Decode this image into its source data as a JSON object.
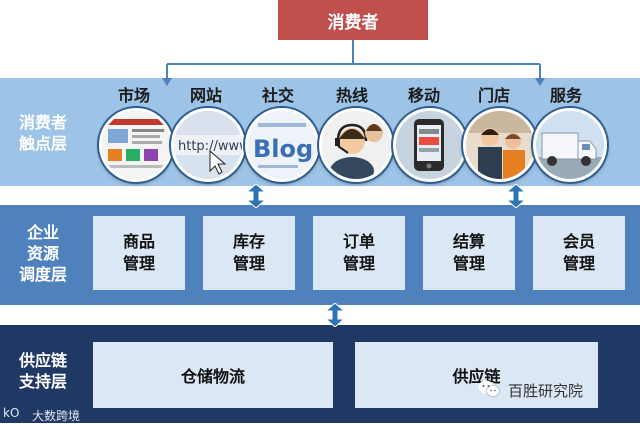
{
  "consumer": "消费者",
  "layers": {
    "touchpoint": [
      "消费者",
      "触点层"
    ],
    "resource": [
      "企业",
      "资源",
      "调度层"
    ],
    "supply": [
      "供应链",
      "支持层"
    ]
  },
  "touchpoints": [
    {
      "label": "市场",
      "icon": "market-webpage-icon"
    },
    {
      "label": "网站",
      "icon": "website-http-icon"
    },
    {
      "label": "社交",
      "icon": "social-blog-icon"
    },
    {
      "label": "热线",
      "icon": "hotline-headset-icon"
    },
    {
      "label": "移动",
      "icon": "mobile-phone-icon"
    },
    {
      "label": "门店",
      "icon": "store-clerk-icon"
    },
    {
      "label": "服务",
      "icon": "service-truck-icon"
    }
  ],
  "resources": [
    [
      "商品",
      "管理"
    ],
    [
      "库存",
      "管理"
    ],
    [
      "订单",
      "管理"
    ],
    [
      "结算",
      "管理"
    ],
    [
      "会员",
      "管理"
    ]
  ],
  "supply_boxes": [
    "仓储物流",
    "供应链"
  ],
  "watermarks": {
    "right": "百胜研究院",
    "left": "大数跨境",
    "left_logo": "kO"
  },
  "colors": {
    "consumer": "#c0504d",
    "band_touchpoint": "#9dc3e6",
    "band_resource": "#4f81bd",
    "band_supply": "#1f3864",
    "box": "#dbe7f4",
    "connector": "#4f81bd"
  }
}
